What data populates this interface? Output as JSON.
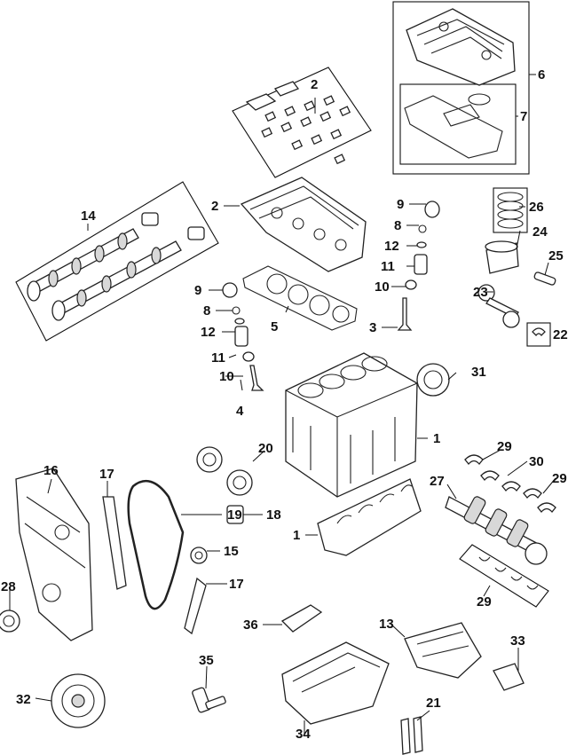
{
  "diagram": {
    "callouts": [
      {
        "id": "c2-top",
        "label": "2"
      },
      {
        "id": "c6",
        "label": "6"
      },
      {
        "id": "c7",
        "label": "7"
      },
      {
        "id": "c14",
        "label": "14"
      },
      {
        "id": "c2-head",
        "label": "2"
      },
      {
        "id": "c9-right",
        "label": "9"
      },
      {
        "id": "c8-right",
        "label": "8"
      },
      {
        "id": "c12-right",
        "label": "12"
      },
      {
        "id": "c11-right",
        "label": "11"
      },
      {
        "id": "c10-right",
        "label": "10"
      },
      {
        "id": "c3",
        "label": "3"
      },
      {
        "id": "c26",
        "label": "26"
      },
      {
        "id": "c24",
        "label": "24"
      },
      {
        "id": "c25",
        "label": "25"
      },
      {
        "id": "c23",
        "label": "23"
      },
      {
        "id": "c22",
        "label": "22"
      },
      {
        "id": "c9-left",
        "label": "9"
      },
      {
        "id": "c8-left",
        "label": "8"
      },
      {
        "id": "c12-left",
        "label": "12"
      },
      {
        "id": "c11-left",
        "label": "11"
      },
      {
        "id": "c10-left",
        "label": "10"
      },
      {
        "id": "c4",
        "label": "4"
      },
      {
        "id": "c5",
        "label": "5"
      },
      {
        "id": "c31",
        "label": "31"
      },
      {
        "id": "c1-block",
        "label": "1"
      },
      {
        "id": "c20",
        "label": "20"
      },
      {
        "id": "c29-a",
        "label": "29"
      },
      {
        "id": "c30",
        "label": "30"
      },
      {
        "id": "c29-b",
        "label": "29"
      },
      {
        "id": "c27",
        "label": "27"
      },
      {
        "id": "c16",
        "label": "16"
      },
      {
        "id": "c17-top",
        "label": "17"
      },
      {
        "id": "c19",
        "label": "19"
      },
      {
        "id": "c18",
        "label": "18"
      },
      {
        "id": "c1-bearing",
        "label": "1"
      },
      {
        "id": "c15",
        "label": "15"
      },
      {
        "id": "c28",
        "label": "28"
      },
      {
        "id": "c17-bottom",
        "label": "17"
      },
      {
        "id": "c29-c",
        "label": "29"
      },
      {
        "id": "c36",
        "label": "36"
      },
      {
        "id": "c13",
        "label": "13"
      },
      {
        "id": "c33",
        "label": "33"
      },
      {
        "id": "c35",
        "label": "35"
      },
      {
        "id": "c21",
        "label": "21"
      },
      {
        "id": "c32",
        "label": "32"
      },
      {
        "id": "c34",
        "label": "34"
      }
    ]
  }
}
